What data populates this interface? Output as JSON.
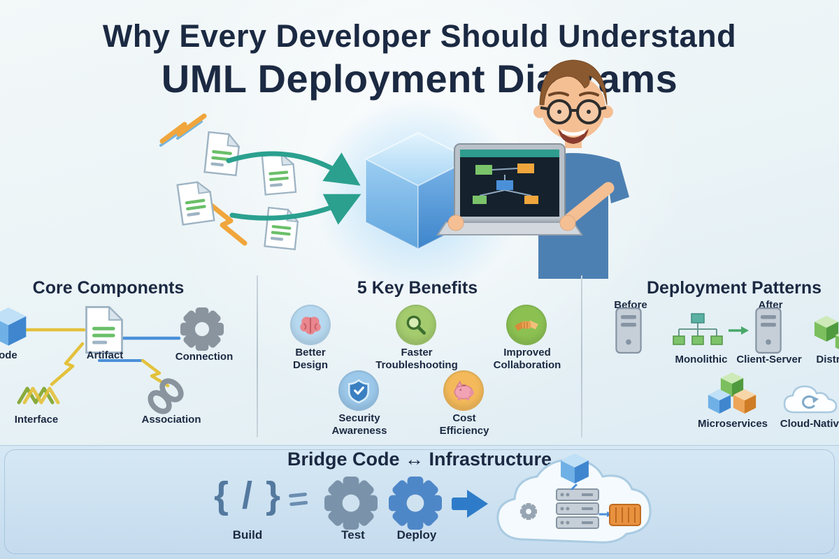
{
  "title": {
    "line1": "Why Every Developer Should Understand",
    "line2": "UML Deployment Diagrams"
  },
  "core_components": {
    "heading": "Core Components",
    "items": {
      "node": {
        "label": "Node",
        "icon": "cube-icon"
      },
      "artifact": {
        "label": "Artifact",
        "icon": "document-icon"
      },
      "connection": {
        "label": "Connection",
        "icon": "gear-icon"
      },
      "interface": {
        "label": "Interface",
        "icon": "zigzag-icon"
      },
      "association": {
        "label": "Association",
        "icon": "chain-link-icon"
      }
    }
  },
  "key_benefits": {
    "heading": "5 Key Benefits",
    "items": {
      "design": {
        "label": "Better Design",
        "icon": "brain-icon"
      },
      "troubleshooting": {
        "label": "Faster Troubleshooting",
        "icon": "magnifier-icon"
      },
      "collaboration": {
        "label": "Improved Collaboration",
        "icon": "handshake-icon"
      },
      "security": {
        "label": "Security Awareness",
        "icon": "shield-icon"
      },
      "cost": {
        "label": "Cost Efficiency",
        "icon": "piggy-bank-icon"
      }
    }
  },
  "deployment_patterns": {
    "heading": "Deployment Patterns",
    "before_label": "Before",
    "after_label": "After",
    "items": {
      "monolithic": {
        "label": "Monolithic",
        "icon": "server-tower-icon"
      },
      "client_server": {
        "label": "Client-Server",
        "icon": "node-tree-icon"
      },
      "distributed": {
        "label": "Distributed",
        "icon": "cubes-icon"
      },
      "microservices": {
        "label": "Microservices",
        "icon": "cubes-icon"
      },
      "cloud_native": {
        "label": "Cloud-Native",
        "icon": "cloud-refresh-icon"
      }
    }
  },
  "pipeline": {
    "heading": "Bridge Code ↔ Infrastructure",
    "braces_glyph": "{ / }",
    "steps": {
      "build": {
        "label": "Build",
        "icon": "code-braces-icon"
      },
      "test": {
        "label": "Test",
        "icon": "gear-icon"
      },
      "deploy": {
        "label": "Deploy",
        "icon": "gear-icon"
      }
    }
  },
  "colors": {
    "heading_text": "#1b2942",
    "teal_arrow": "#2ba08f",
    "accent_yellow": "#e3c13c",
    "accent_blue": "#4a90d9",
    "band_background": "#cfe2f0"
  }
}
